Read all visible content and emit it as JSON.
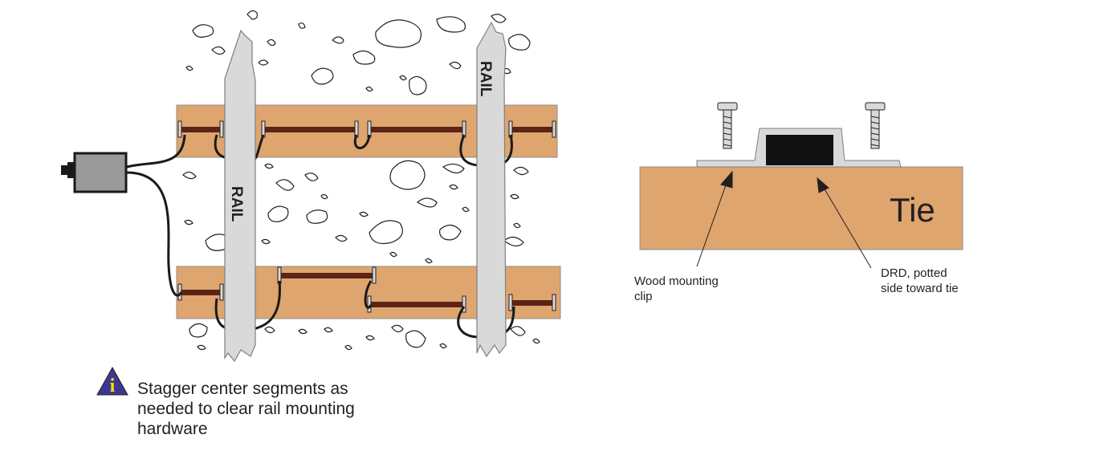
{
  "labels": {
    "rail_left": "RAIL",
    "rail_right": "RAIL",
    "tie": "Tie",
    "wood_clip_line1": "Wood mounting",
    "wood_clip_line2": "clip",
    "drd_line1": "DRD, potted",
    "drd_line2": "side toward tie"
  },
  "note": {
    "icon": "info-icon",
    "icon_glyph": "i",
    "text": "Stagger center segments as needed to clear rail mounting hardware"
  },
  "colors": {
    "tie": "#dea56e",
    "heater": "#5b2416",
    "rail": "#d9d9d9",
    "controller": "#9a9a9a",
    "drd": "#111111",
    "icon": "#3a3892",
    "icon_glyph": "#f2e300"
  }
}
